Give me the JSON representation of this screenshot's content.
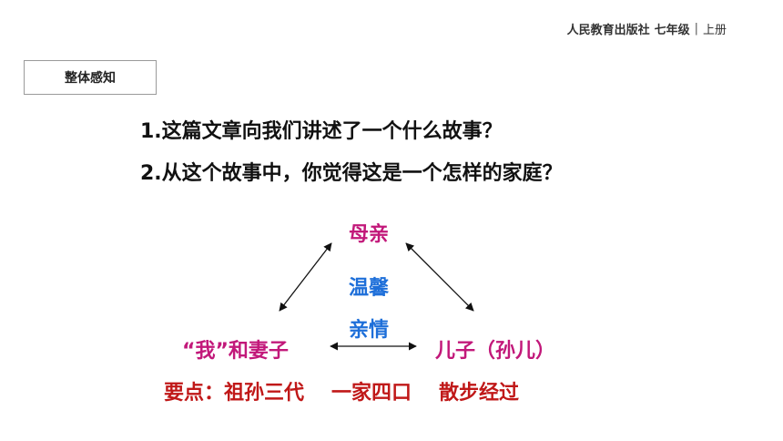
{
  "header": {
    "publisher": "人民教育出版社",
    "grade": "七年级",
    "separator": "|",
    "volume": "上册"
  },
  "section": {
    "label": "整体感知"
  },
  "questions": [
    "1.这篇文章向我们讲述了一个什么故事？",
    "2.从这个故事中，你觉得这是一个怎样的家庭？"
  ],
  "diagram": {
    "top_node": "母亲",
    "center_words": [
      "温馨",
      "亲情"
    ],
    "left_node": "“我”和妻子",
    "right_node": "儿子（孙儿）"
  },
  "key_points": {
    "label": "要点：",
    "items": [
      "祖孙三代",
      "一家四口",
      "散步经过"
    ]
  },
  "colors": {
    "node_color": "#c2187a",
    "center_color": "#1e6fd9",
    "key_point_color": "#c01818"
  }
}
